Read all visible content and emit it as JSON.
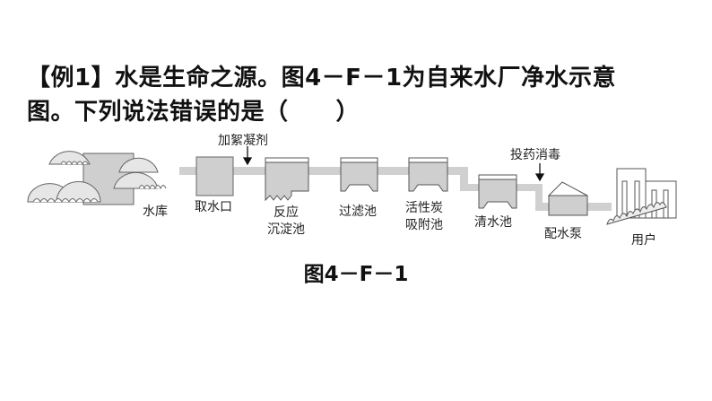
{
  "question": {
    "line1": "【例1】水是生命之源。图4－F－1为自来水厂净水示意",
    "line2": "图。下列说法错误的是（　　）"
  },
  "diagram": {
    "additions": {
      "coagulant": "加絮凝剂",
      "disinfect": "投药消毒"
    },
    "stages": {
      "reservoir": "水库",
      "intake": "取水口",
      "reaction_1": "反应",
      "reaction_2": "沉淀池",
      "filter": "过滤池",
      "carbon_1": "活性炭",
      "carbon_2": "吸附池",
      "clear": "清水池",
      "pump": "配水泵",
      "user": "用户"
    },
    "caption": "图4－F－1"
  }
}
